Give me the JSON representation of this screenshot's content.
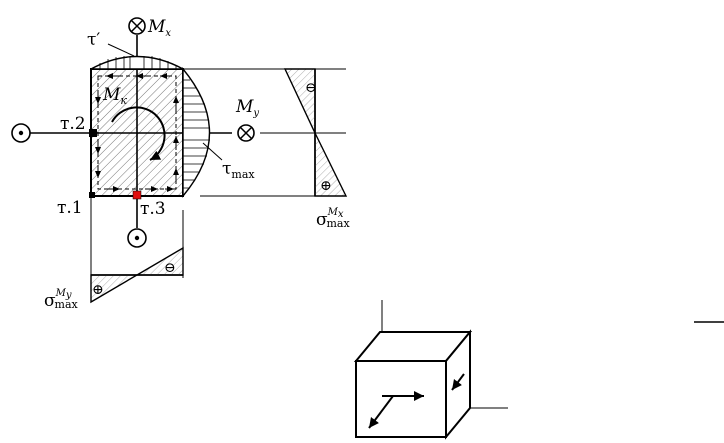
{
  "diagram": {
    "labels": {
      "tau_prime": "τ′",
      "m_x_symbol": "M",
      "m_x_sub": "x",
      "m_k_symbol": "M",
      "m_k_sub": "к",
      "m_y_symbol": "M",
      "m_y_sub": "y",
      "point_1": "т.1",
      "point_2": "т.2",
      "point_3": "т.3",
      "tau_max_symbol": "τ",
      "tau_max_sub": "max",
      "sigma_mx_symbol": "σ",
      "sigma_mx_sup_m": "M",
      "sigma_mx_sup_sub": "x",
      "sigma_mx_sub": "max",
      "sigma_my_symbol": "σ",
      "sigma_my_sup_m": "M",
      "sigma_my_sup_sub": "y",
      "sigma_my_sub": "max",
      "minus_sign": "⊖",
      "plus_sign": "⊕"
    },
    "colors": {
      "stroke": "#000000",
      "hatch": "#555555",
      "highlight_point": "#e01010",
      "point_marker": "#000000",
      "fill_region": "#eeeeee"
    },
    "icons": {
      "into_page": "circle-cross-icon",
      "out_of_page": "circle-dot-icon"
    }
  }
}
